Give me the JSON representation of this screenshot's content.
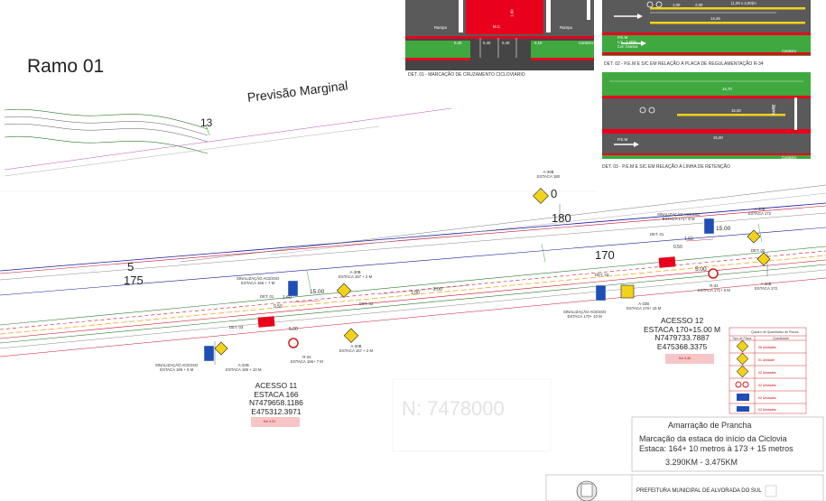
{
  "title": "Ramo 01",
  "road_name": "Previsão Marginal",
  "station_labels": {
    "s13": "13",
    "s0": "0",
    "s180": "180",
    "s170": "170",
    "s5": "5",
    "s175": "175"
  },
  "details": {
    "det01": "DET. 01 - MARCAÇÃO DE CRUZAMENTO CICLOVIÁRIO",
    "det02": "DET. 02 - P.E.M  E  SIC EM RELAÇÃO À PLACA DE REGULAMENTAÇÃO R-34",
    "det03": "DET. 03 - P.E.M  E  SIC EM RELAÇÃO À LINHA DE RETENÇÃO"
  },
  "det01_labels": {
    "d1": "0,40",
    "d2": "0,40",
    "d3": "0,40",
    "d4": "0,10",
    "d5": "1,60",
    "mc": "M.C.",
    "r1": "Rampa",
    "r2": "Rampa",
    "cal": "Canteiro"
  },
  "det02_labels": {
    "a": "1,00",
    "b": "2,00",
    "c": "14,45",
    "pem": "P.E.M",
    "l": "Lm.: 1,00m",
    "cor": "Cor: branca",
    "cal": "Canteiro",
    "top": "(1,00 x 2,00)m"
  },
  "det03_labels": {
    "a": "14,70",
    "b": "15,00",
    "c": "15,00",
    "pem": "P.E.M",
    "cal": "Canteiro",
    "pare": "PARE"
  },
  "dims": {
    "d160a": "1.60",
    "d050a": "0.50",
    "d1500a": "15.00",
    "d500a": "5.00",
    "d100": "1.00",
    "d200": "2.00",
    "d160b": "1.60",
    "d050b": "0.50",
    "d1500b": "15.00",
    "d500b": "5.00"
  },
  "det_refs": {
    "r01a": "DET. 01",
    "r03a": "DET. 03",
    "r02a": "DET. 02",
    "r01b": "DET. 01",
    "r02b": "DET. 02",
    "r03b": "DET. 03"
  },
  "sign_labels": [
    {
      "id": "a308_top",
      "lines": [
        "A-30B",
        "ESTACA 180"
      ]
    },
    {
      "id": "sin171",
      "lines": [
        "SINALIZAÇÃO ACESSO",
        "ESTACA 171+ 8 M"
      ]
    },
    {
      "id": "a308_172",
      "lines": [
        "A-30B",
        "ESTACA 172"
      ]
    },
    {
      "id": "sin166",
      "lines": [
        "SINALIZAÇÃO ACESSO",
        "ESTACA 166 + 7 M"
      ]
    },
    {
      "id": "a308_167",
      "lines": [
        "A-30B",
        "ESTACA 167 + 2 M"
      ]
    },
    {
      "id": "r34_171",
      "lines": [
        "R-34",
        "ESTACA 171+ 5 M"
      ]
    },
    {
      "id": "a308_172b",
      "lines": [
        "A-30B",
        "ESTACA 172"
      ]
    },
    {
      "id": "sin170",
      "lines": [
        "SINALIZAÇÃO ACESSO",
        "ESTACA 170+ 10 M"
      ]
    },
    {
      "id": "a32b",
      "lines": [
        "A-32B",
        "ESTACA 170+ 15 M"
      ]
    },
    {
      "id": "r34_166",
      "lines": [
        "R-34",
        "ESTACA 166+ 7 M"
      ]
    },
    {
      "id": "a308_167b",
      "lines": [
        "A-30B",
        "ESTACA 167 + 2 M"
      ]
    },
    {
      "id": "sin165",
      "lines": [
        "SINALIZAÇÃO ACESSO",
        "ESTACA 165 + 5 M"
      ]
    },
    {
      "id": "a32b_165",
      "lines": [
        "A-32B",
        "ESTACA 165 + 10 M"
      ]
    }
  ],
  "acesso11": {
    "l1": "ACESSO 11",
    "l2": "ESTACA 166",
    "l3": "N7479658.1186",
    "l4": "E475312.3971",
    "km": "Km 3.31"
  },
  "acesso12": {
    "l1": "ACESSO 12",
    "l2": "ESTACA 170+15.00 M",
    "l3": "N7479733.7887",
    "l4": "E475368.3375",
    "km": "Km 3.40"
  },
  "northing": "N: 7478000",
  "legend": {
    "title": "Quadro de Quantitativo de Placas",
    "head1": "Tipo de Placa",
    "head2": "Quantidade",
    "rows": [
      "06 Unidades",
      "01 Unidade",
      "02 Unidades",
      "02 Unidades",
      "02 Unidades",
      "02 Unidades"
    ]
  },
  "title_block": {
    "l1": "Amarração de Prancha",
    "l2": "Marcação da estaca do início da Ciclovia",
    "l3": "Estaca: 164+ 10 metros  à 173 + 15 metros",
    "l4": "3.290KM - 3.475KM",
    "footer": "PREFEITURA MUNICIPAL DE ALVORADA DO SUL"
  },
  "colors": {
    "road_red": "#e8001c",
    "green": "#3fa83f",
    "asphalt": "#5c5c5c",
    "sign_yellow": "#f2d21b",
    "sign_blue": "#1f4fb4",
    "road_line": "#c8102e",
    "sign_red": "#d11a1a"
  }
}
